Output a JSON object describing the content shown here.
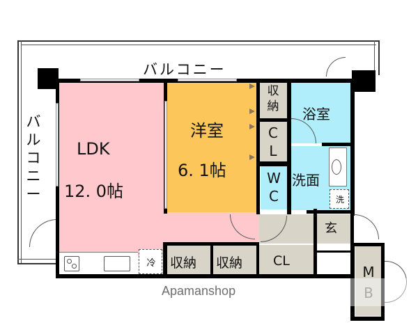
{
  "floorplan": {
    "balcony_top_label": "バルコニー",
    "balcony_left_label": [
      "バ",
      "ル",
      "コ",
      "ニ",
      "ー"
    ],
    "rooms": {
      "ldk": {
        "name": "LDK",
        "size": "12. 0帖",
        "color": "#ffc8cc"
      },
      "western": {
        "name": "洋室",
        "size": "6. 1帖",
        "color": "#fdc65a"
      },
      "storage_top": {
        "name": [
          "収",
          "納"
        ],
        "color": "#d8d4c8"
      },
      "closet_right": {
        "name": [
          "C",
          "L"
        ],
        "color": "#d8d4c8"
      },
      "bath": {
        "name": "浴室",
        "color": "#b1eefb"
      },
      "wc": {
        "name": [
          "W",
          "C"
        ],
        "color": "#b1eefb"
      },
      "washroom": {
        "name": "洗面",
        "color": "#b1eefb"
      },
      "washer_spot": {
        "name": "洗"
      },
      "entrance": {
        "name": "玄",
        "color": "#d8d4c8"
      },
      "fridge_spot": {
        "name": "冷"
      },
      "storage_bottom_1": {
        "name": "収納",
        "color": "#d8d4c8"
      },
      "storage_bottom_2": {
        "name": "収納",
        "color": "#d8d4c8"
      },
      "closet_bottom": {
        "name": "CL",
        "color": "#d8d4c8"
      },
      "meter_box": {
        "name": [
          "M",
          "B"
        ],
        "color": "#d8d4c8"
      }
    },
    "watermark": "Apamanshop"
  }
}
